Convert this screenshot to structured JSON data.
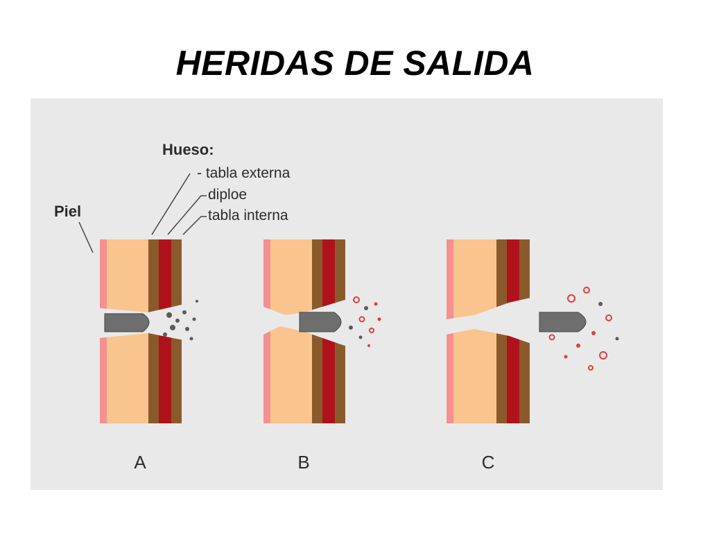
{
  "title": "HERIDAS DE SALIDA",
  "legend": {
    "hueso_heading": "Hueso:",
    "tabla_externa": "- tabla externa",
    "diploe": "diploe",
    "tabla_interna": "tabla interna",
    "piel": "Piel"
  },
  "panels": [
    {
      "letter": "A"
    },
    {
      "letter": "B"
    },
    {
      "letter": "C"
    }
  ],
  "colors": {
    "background": "#e9e9e9",
    "skin": "#f49090",
    "tissue": "#f9c48d",
    "bone_outer": "#8b5a2b",
    "diploe": "#b0121b",
    "bullet": "#6e6e6e",
    "fragments": "#e23c3c"
  }
}
